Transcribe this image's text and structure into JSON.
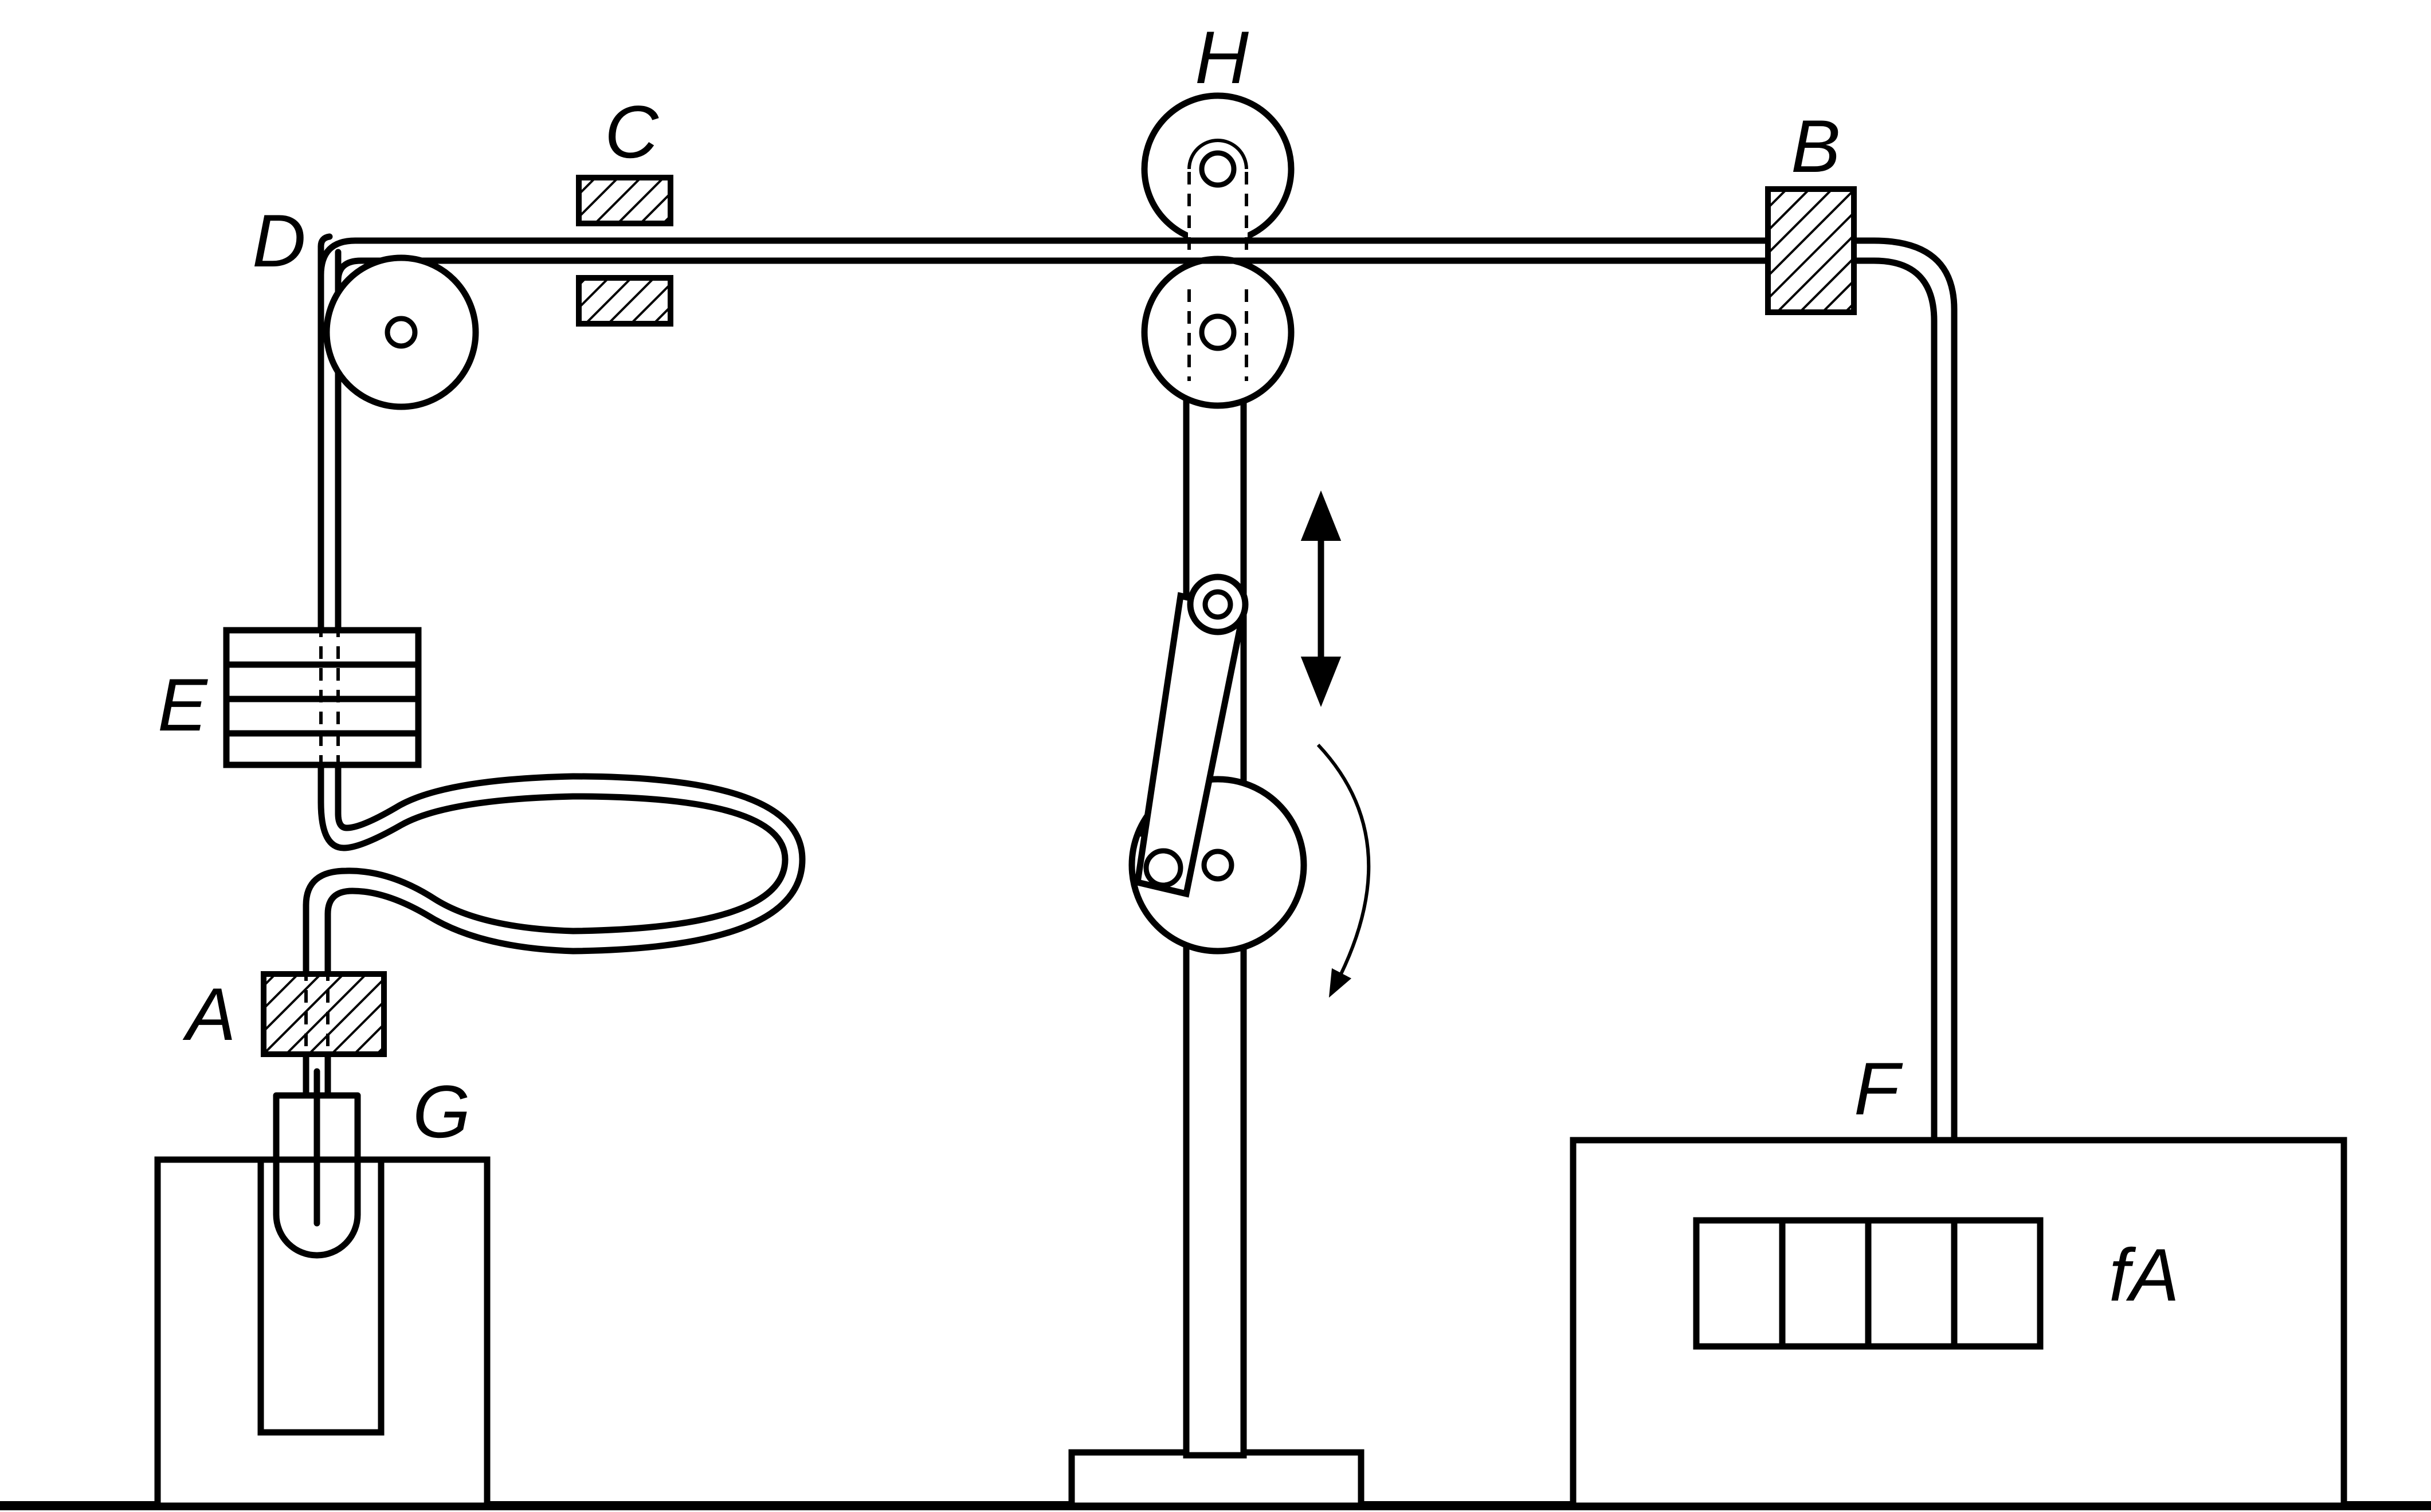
{
  "labels": {
    "A": "A",
    "B": "B",
    "C": "C",
    "D": "D",
    "E": "E",
    "F": "F",
    "G": "G",
    "H": "H",
    "meter": "fA"
  },
  "colors": {
    "line": "#000000",
    "background": "#ffffff"
  }
}
